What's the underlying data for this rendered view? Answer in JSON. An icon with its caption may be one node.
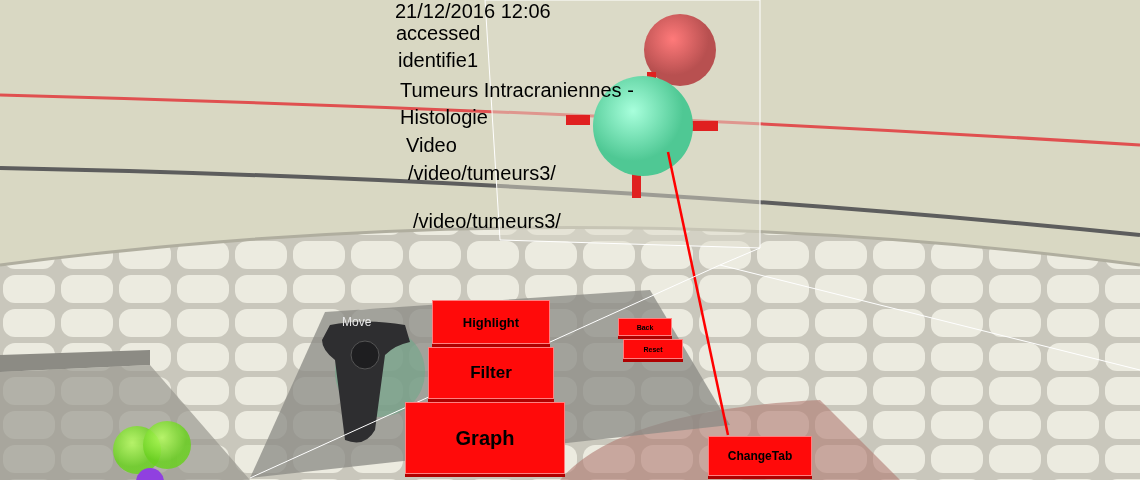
{
  "diagram": {
    "nodes": [
      {
        "text": [
          "Highlight"
        ]
      },
      {
        "text": [
          "Filter"
        ]
      },
      {
        "text": [
          "Graph"
        ]
      },
      {
        "text": [
          "Back"
        ]
      },
      {
        "text": [
          "Reset"
        ]
      },
      {
        "text": [
          "ChangeTab"
        ]
      }
    ],
    "labels": [
      "21/12/2016 12:06",
      "accessed",
      "identifie1",
      "Tumeurs Intracraniennes - Histologie",
      "Video",
      "/video/tumeurs3/",
      "/video/tumeurs3/",
      "Move"
    ]
  }
}
